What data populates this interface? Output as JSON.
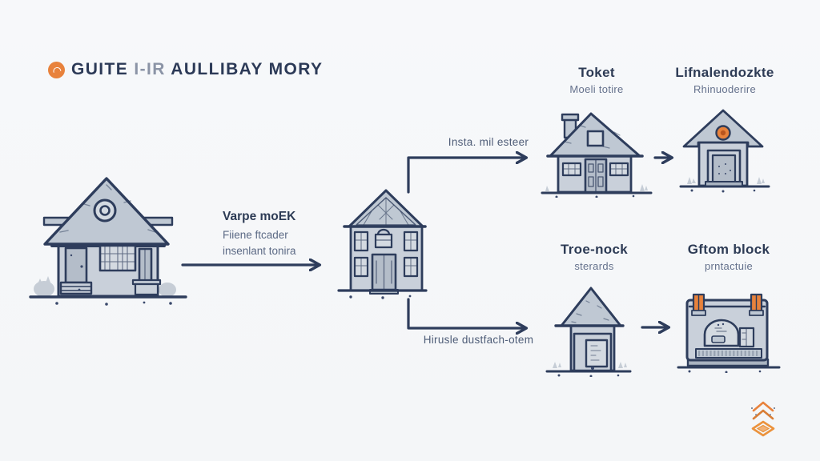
{
  "colors": {
    "background": "#f6f7f9",
    "outline_navy": "#2e3d5c",
    "text_navy": "#2d3b55",
    "muted_text": "#64718c",
    "building_fill": "#c9d0da",
    "accent_orange": "#e8823c"
  },
  "header": {
    "badge_icon": "orange-dot-icon",
    "title_prefix": "GUITE ",
    "title_faded": "I-IR",
    "title_suffix": " AULLIBAY MORY"
  },
  "flow": {
    "step_text": {
      "heading": "Varpe moEK",
      "line1": "Fiiene ftcader",
      "line2": "insenlant tonira"
    },
    "branch_top_label": "Insta. mil esteer",
    "branch_bottom_label": "Hirusle dustfach-otem"
  },
  "nodes": {
    "source_house": "large-house-illustration",
    "middle_house": "two-story-house-illustration",
    "top1": {
      "title": "Toket",
      "subtitle": "Moeli totire"
    },
    "top2": {
      "title": "Lifnalendozkte",
      "subtitle": "Rhinuoderire"
    },
    "bottom1": {
      "title": "Troe-nock",
      "subtitle": "sterards"
    },
    "bottom2": {
      "title": "Gftom block",
      "subtitle": "prntactuie"
    }
  },
  "footer": {
    "logo_icon": "stacked-roof-diamond-logo"
  }
}
